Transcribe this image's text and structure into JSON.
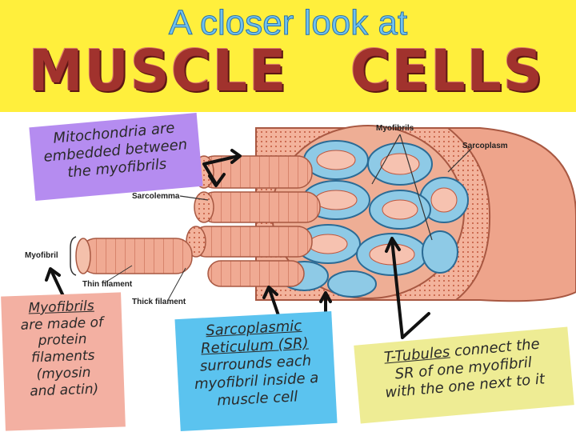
{
  "title": "A closer look at",
  "subtitle_words": [
    "MUSCLE",
    "CELLS"
  ],
  "diagram_labels": {
    "myofibrils": "Myofibrils",
    "sarcoplasm": "Sarcoplasm",
    "sarcolemma": "Sarcolemma",
    "myofibril": "Myofibril",
    "thin_filament": "Thin filament",
    "thick_filament": "Thick filament"
  },
  "callouts": {
    "mitochondria": [
      "Mitochondria are",
      "embedded between",
      "the myofibrils"
    ],
    "myofibrils": [
      "Myofibrils",
      "are made of",
      "protein",
      "filaments",
      "(myosin",
      "and actin)"
    ],
    "sr": [
      "Sarcoplasmic",
      "Reticulum (SR)",
      "surrounds each",
      "myofibril inside a",
      "muscle cell"
    ],
    "t_tubules": {
      "term": "T-Tubules",
      "rest": " connect the",
      "line2": "SR of one myofibril",
      "line3": "with the one next to it"
    }
  },
  "colors": {
    "header_bg": "#ffef3c",
    "title_text": "#6ec1ee",
    "muscle_word": "#a1322d",
    "box_mitochondria": "#b58cf0",
    "box_myofibrils": "#f3b0a2",
    "box_sr": "#5bc3ef",
    "box_t_tubules": "#eeec94",
    "sr_blue": "#8ecae6",
    "muscle_pink": "#f0aa93",
    "arrow": "#111111"
  }
}
